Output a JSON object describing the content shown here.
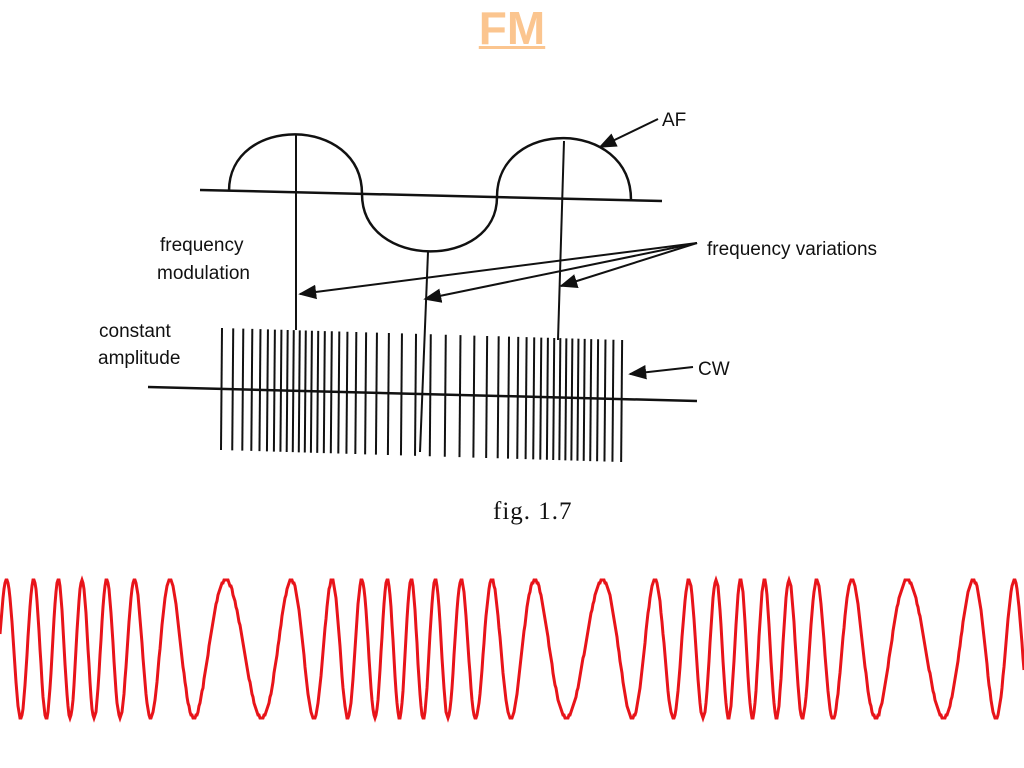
{
  "slide": {
    "title": "FM",
    "title_color": "#fbc58f"
  },
  "diagram": {
    "labels": {
      "af": "AF",
      "frequency_modulation_1": "frequency",
      "frequency_modulation_2": "modulation",
      "frequency_variations": "frequency variations",
      "constant_amplitude_1": "constant",
      "constant_amplitude_2": "amplitude",
      "cw": "CW"
    },
    "caption": "fig. 1.7",
    "line_color": "#111111"
  },
  "fm_wave": {
    "color": "#e8141a"
  }
}
